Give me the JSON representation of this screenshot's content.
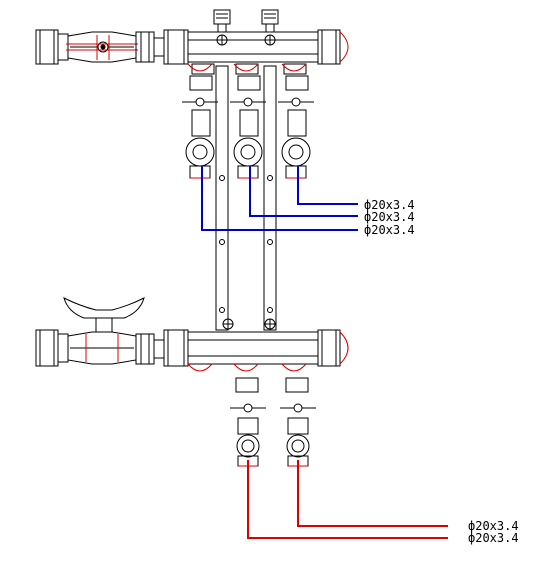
{
  "supply_pipes": {
    "color": "#0000cc",
    "labels": [
      "ф20x3.4",
      "ф20x3.4",
      "ф20x3.4"
    ]
  },
  "return_pipes": {
    "color": "#dd0000",
    "labels": [
      "ф20x3.4",
      "ф20x3.4"
    ]
  },
  "line_color": "#000000",
  "detail_color": "#dd0000"
}
